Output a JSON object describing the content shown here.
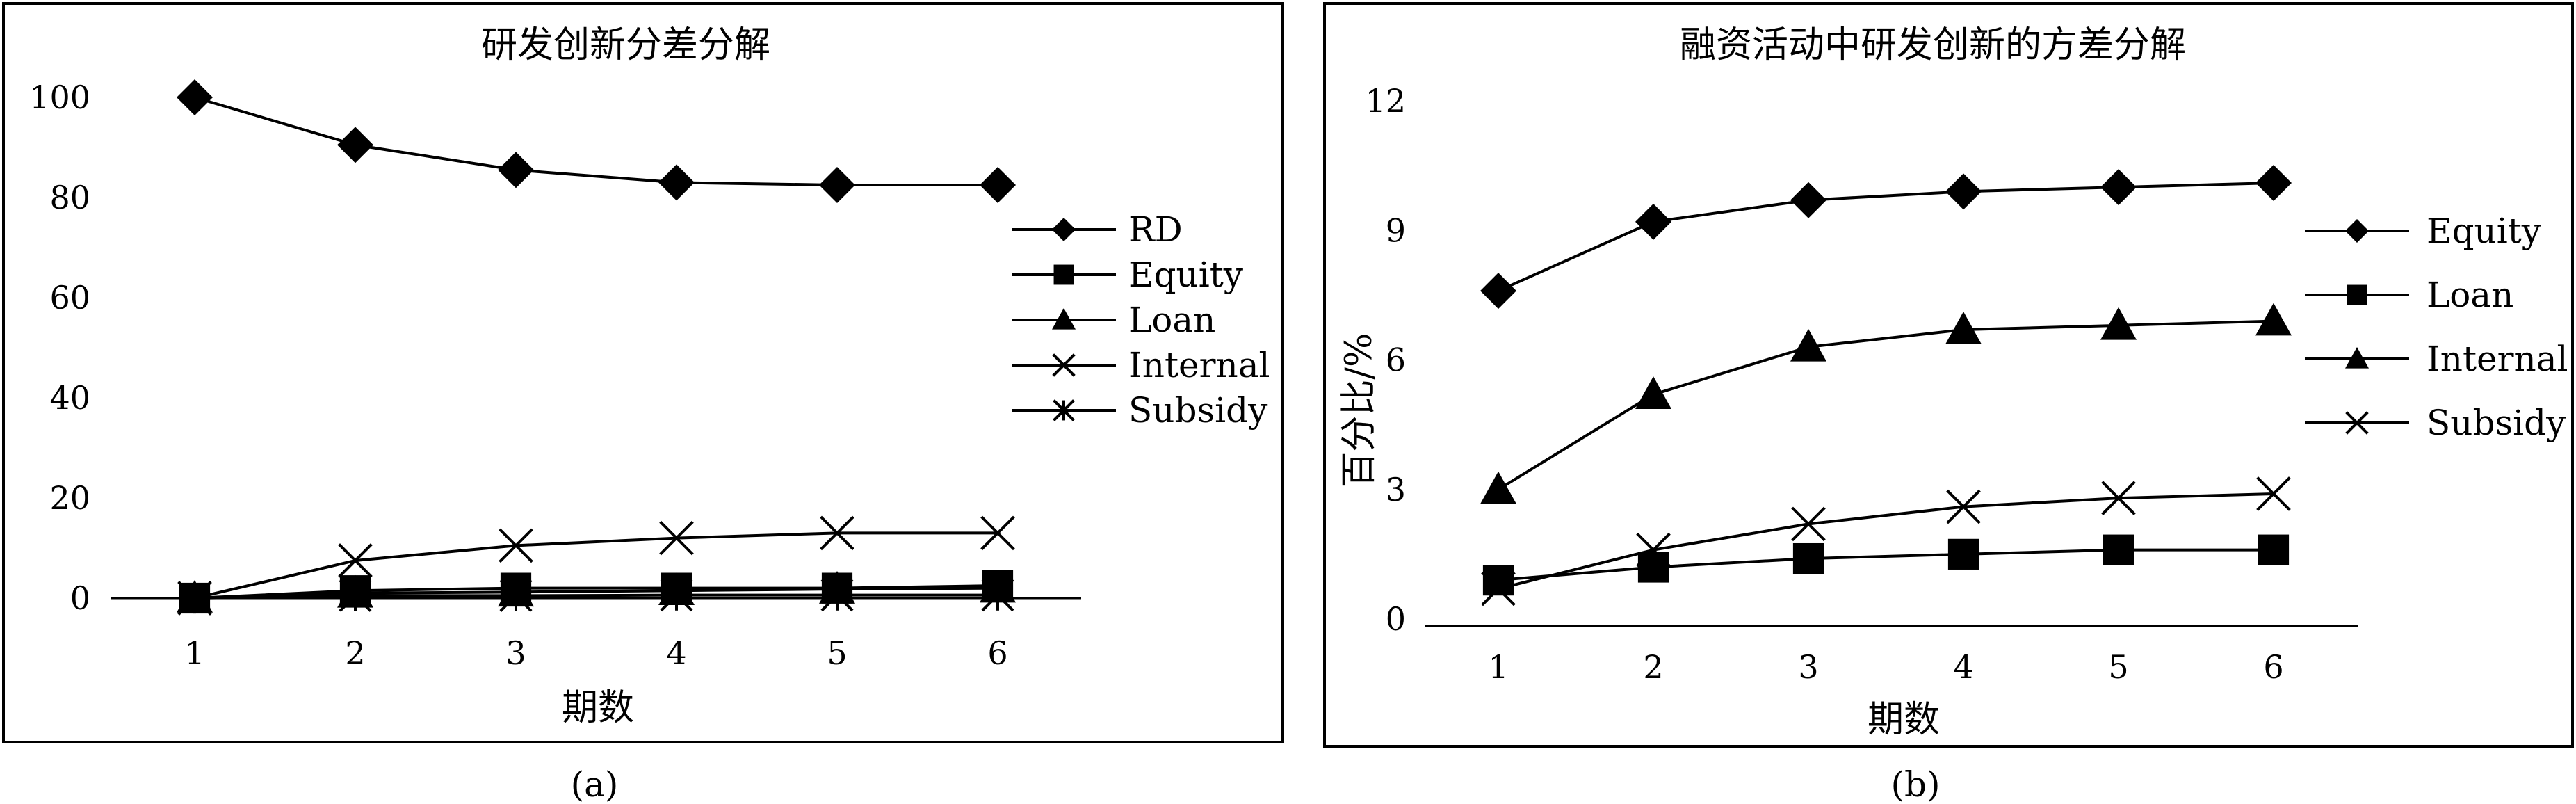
{
  "chart_data": [
    {
      "panel": "(a)",
      "type": "line",
      "title": "研发创新分差分解",
      "xlabel": "期数",
      "ylabel": "",
      "x": [
        1,
        2,
        3,
        4,
        5,
        6
      ],
      "ylim": [
        0,
        100
      ],
      "yticks": [
        0,
        20,
        40,
        60,
        80,
        100
      ],
      "legend_position": "right",
      "grid": false,
      "series": [
        {
          "name": "RD",
          "marker": "diamond",
          "values": [
            100,
            90.5,
            85.5,
            83,
            82.5,
            82.5
          ]
        },
        {
          "name": "Equity",
          "marker": "square",
          "values": [
            0,
            1.5,
            2,
            2,
            2,
            2.5
          ]
        },
        {
          "name": "Loan",
          "marker": "triangle",
          "values": [
            0,
            1,
            1.2,
            1.5,
            1.8,
            2
          ]
        },
        {
          "name": "Internal",
          "marker": "x",
          "values": [
            0,
            7.5,
            10.5,
            12,
            13,
            13
          ]
        },
        {
          "name": "Subsidy",
          "marker": "asterisk",
          "values": [
            0,
            0.5,
            0.5,
            0.6,
            0.6,
            0.6
          ]
        }
      ]
    },
    {
      "panel": "(b)",
      "type": "line",
      "title": "融资活动中研发创新的方差分解",
      "xlabel": "期数",
      "ylabel": "百分比/%",
      "x": [
        1,
        2,
        3,
        4,
        5,
        6
      ],
      "ylim": [
        0,
        12
      ],
      "yticks": [
        0,
        3,
        6,
        9,
        12
      ],
      "legend_position": "right",
      "grid": false,
      "series": [
        {
          "name": "Equity",
          "marker": "diamond",
          "values": [
            7.6,
            9.2,
            9.7,
            9.9,
            10.0,
            10.1
          ]
        },
        {
          "name": "Loan",
          "marker": "square",
          "values": [
            0.9,
            1.2,
            1.4,
            1.5,
            1.6,
            1.6
          ]
        },
        {
          "name": "Internal",
          "marker": "triangle",
          "values": [
            3.0,
            5.2,
            6.3,
            6.7,
            6.8,
            6.9
          ]
        },
        {
          "name": "Subsidy",
          "marker": "x",
          "values": [
            0.7,
            1.6,
            2.2,
            2.6,
            2.8,
            2.9
          ]
        }
      ]
    }
  ],
  "colors": {
    "line": "#000000",
    "background": "#ffffff"
  }
}
